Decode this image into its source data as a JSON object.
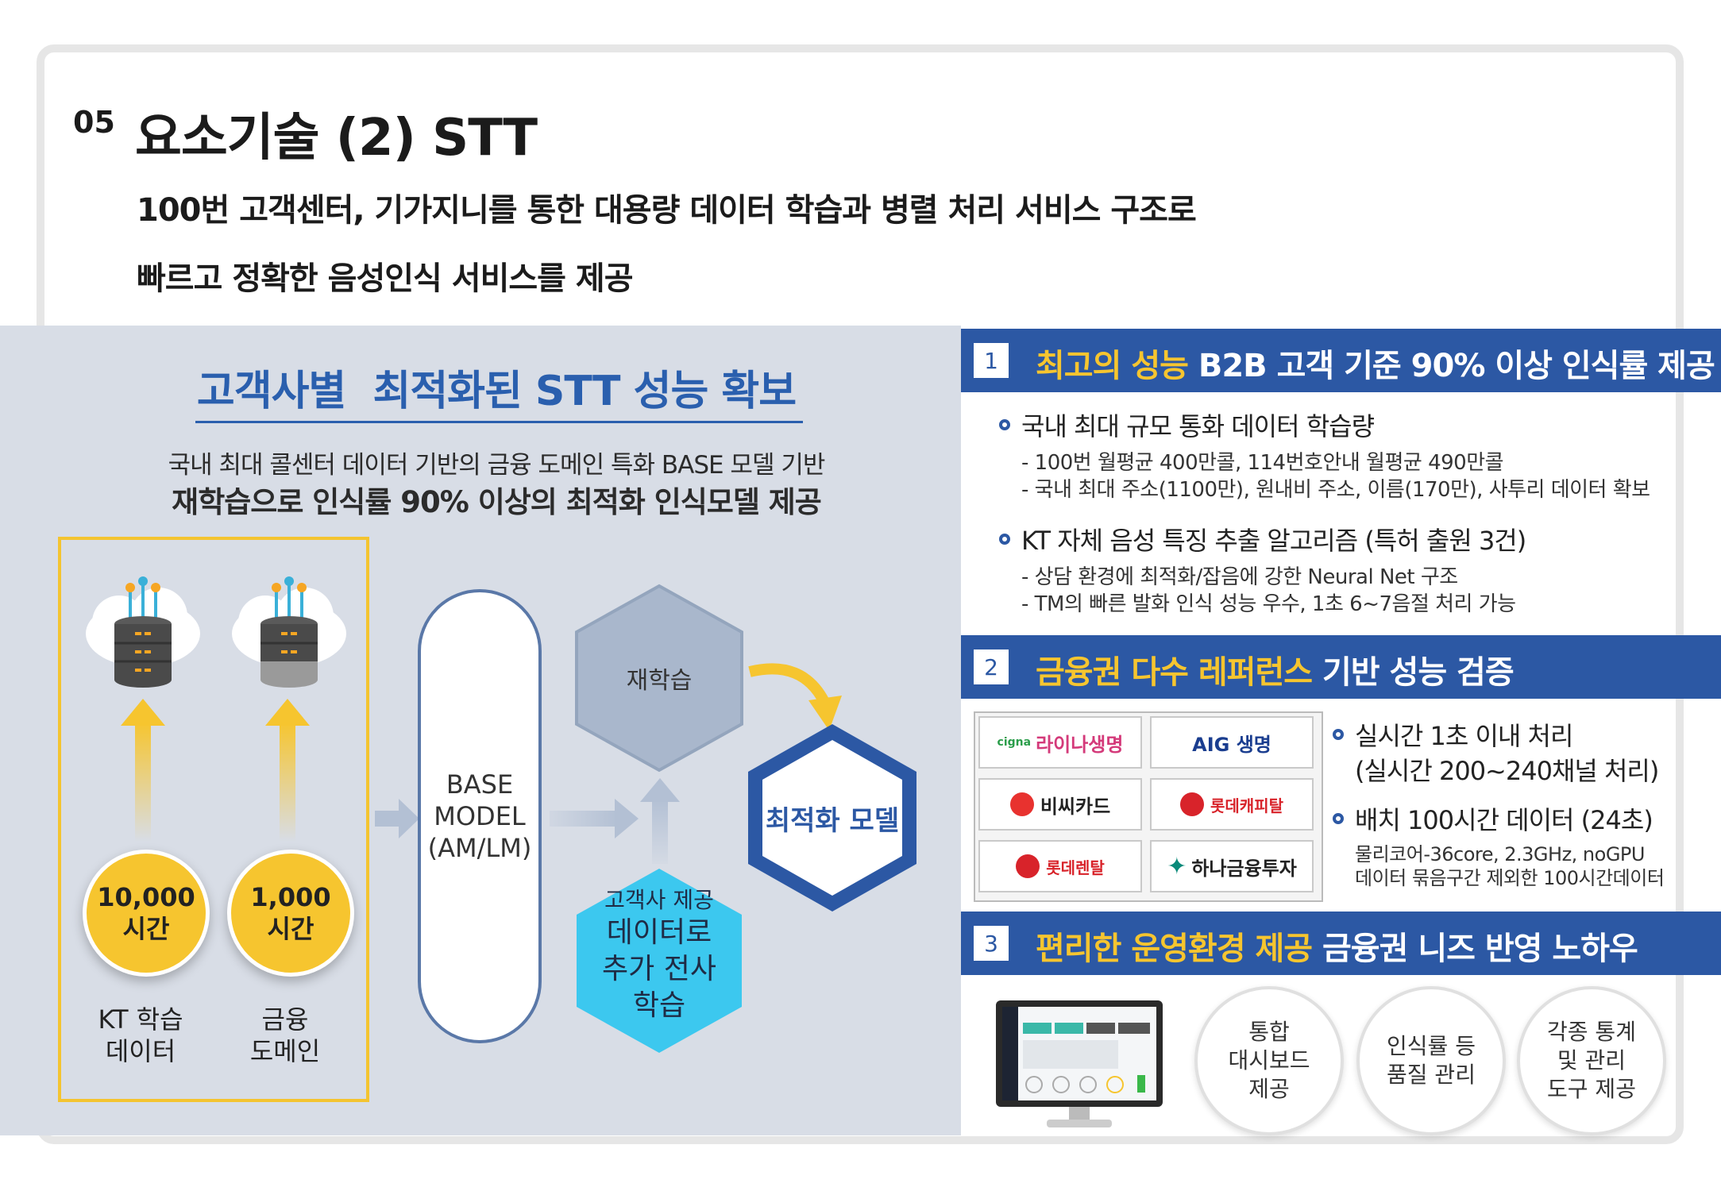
{
  "header": {
    "section_number": "05",
    "title": "요소기술 (2) STT",
    "subtitle_line1": "100번 고객센터, 기가지니를 통한 대용량 데이터 학습과 병렬 처리 서비스 구조로",
    "subtitle_line2": "빠르고 정확한 음성인식 서비스를 제공"
  },
  "left": {
    "title": "고객사별  최적화된 STT 성능 확보",
    "desc_line1": "국내 최대 콜센터 데이터 기반의 금융 도메인 특화 BASE 모델 기반",
    "desc_line2": "재학습으로 인식률 90% 이상의 최적화 인식모델 제공",
    "sources": [
      {
        "amount": "10,000",
        "unit": "시간",
        "label_line1": "KT 학습",
        "label_line2": "데이터"
      },
      {
        "amount": "1,000",
        "unit": "시간",
        "label_line1": "금융",
        "label_line2": "도메인"
      }
    ],
    "base_model": {
      "line1": "BASE",
      "line2": "MODEL",
      "line3": "(AM/LM)"
    },
    "retrain": "재학습",
    "customer_data": {
      "line1": "고객사 제공",
      "line2": "데이터로",
      "line3": "추가 전사",
      "line4": "학습"
    },
    "optimized_model": "최적화 모델"
  },
  "right": {
    "section1": {
      "number": "1",
      "heading_highlight": "최고의 성능",
      "heading_rest": " B2B 고객 기준 90% 이상 인식률 제공",
      "bullets": [
        {
          "text": "국내 최대 규모 통화 데이터 학습량",
          "subs": [
            "- 100번 월평균 400만콜, 114번호안내 월평균 490만콜",
            "- 국내 최대 주소(1100만), 원내비 주소, 이름(170만), 사투리 데이터 확보"
          ]
        },
        {
          "text": "KT 자체 음성 특징 추출 알고리즘 (특허 출원 3건)",
          "subs": [
            "- 상담 환경에 최적화/잡음에 강한 Neural Net 구조",
            "- TM의 빠른 발화 인식 성능 우수, 1초 6~7음절 처리 가능"
          ]
        }
      ]
    },
    "section2": {
      "number": "2",
      "heading_highlight": "금융권 다수 레퍼런스",
      "heading_rest": " 기반 성능 검증",
      "logos": [
        {
          "text": "라이나생명",
          "sub": "cigna",
          "color": "#d43a7a"
        },
        {
          "text": "AIG 생명",
          "color": "#1a3d8f"
        },
        {
          "text": "비씨카드",
          "color": "#222222"
        },
        {
          "text": "롯데캐피탈",
          "color": "#d8232a"
        },
        {
          "text": "롯데렌탈",
          "color": "#d8232a"
        },
        {
          "text": "하나금융투자",
          "color": "#222222"
        }
      ],
      "bullets": [
        {
          "text": "실시간 1초 이내 처리",
          "text2": "(실시간 200~240채널 처리)"
        },
        {
          "text": "배치 100시간 데이터 (24초)",
          "subs": [
            "물리코어-36core, 2.3GHz, noGPU",
            "데이터 묶음구간 제외한 100시간데이터"
          ]
        }
      ]
    },
    "section3": {
      "number": "3",
      "heading_highlight": "편리한 운영환경 제공",
      "heading_rest": " 금융권 니즈 반영 노하우",
      "features": [
        {
          "line1": "통합",
          "line2": "대시보드",
          "line3": "제공"
        },
        {
          "line1": "인식률 등",
          "line2": "품질 관리"
        },
        {
          "line1": "각종 통계",
          "line2": "및 관리",
          "line3": "도구 제공"
        }
      ]
    }
  },
  "colors": {
    "brand_blue": "#2c58a4",
    "accent_yellow": "#f6c52f",
    "cyan": "#3cc8ef",
    "panel_gray": "#d8dde6"
  }
}
